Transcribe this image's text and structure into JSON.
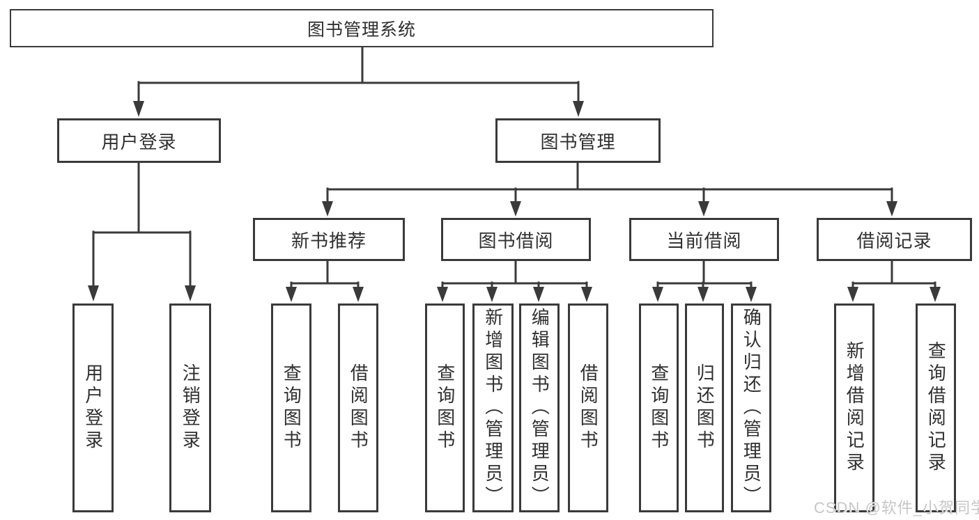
{
  "diagram": {
    "root": {
      "label": "图书管理系统",
      "children": [
        {
          "label": "用户登录",
          "children": [
            {
              "label": "用户登录"
            },
            {
              "label": "注销登录"
            }
          ]
        },
        {
          "label": "图书管理",
          "children": [
            {
              "label": "新书推荐",
              "children": [
                {
                  "label": "查询图书"
                },
                {
                  "label": "借阅图书"
                }
              ]
            },
            {
              "label": "图书借阅",
              "children": [
                {
                  "label": "查询图书"
                },
                {
                  "label": "新增图书（管理员）"
                },
                {
                  "label": "编辑图书（管理员）"
                },
                {
                  "label": "借阅图书"
                }
              ]
            },
            {
              "label": "当前借阅",
              "children": [
                {
                  "label": "查询图书"
                },
                {
                  "label": "归还图书"
                },
                {
                  "label": "确认归还（管理员）"
                }
              ]
            },
            {
              "label": "借阅记录",
              "children": [
                {
                  "label": "新增借阅记录"
                },
                {
                  "label": "查询借阅记录"
                }
              ]
            }
          ]
        }
      ]
    }
  },
  "watermark": {
    "text": "CSDN @软件_小贺同学"
  },
  "colors": {
    "line": "#3a3a3a",
    "text": "#2f2f2f",
    "background": "#ffffff",
    "watermark": "#c6c6c6"
  }
}
